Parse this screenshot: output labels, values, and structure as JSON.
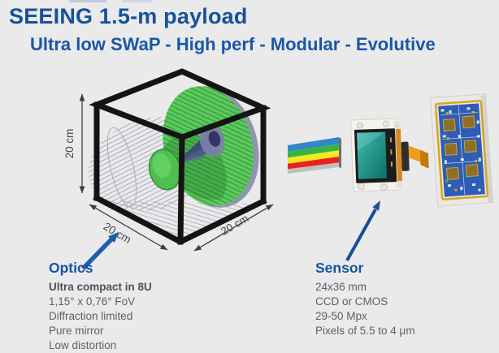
{
  "slide": {
    "title": "SEEING 1.5-m payload",
    "subtitle": "Ultra low SWaP - High perf - Modular - Evolutive"
  },
  "cube": {
    "dims": {
      "left": "20 cm",
      "bottom_left": "20 cm",
      "bottom_right": "20 cm"
    }
  },
  "optics": {
    "heading": "Optics",
    "lines": [
      "Ultra compact in 8U",
      "1,15° x 0,76° FoV",
      "Diffraction limited",
      "Pure mirror",
      "Low distortion"
    ]
  },
  "sensor": {
    "heading": "Sensor",
    "lines": [
      "24x36 mm",
      "CCD or CMOS",
      "29-50 Mpx",
      "Pixels of 5.5 to 4 μm"
    ]
  },
  "figures": {
    "cube_diagram": "optics-cube-wireframe",
    "filter": "color-filter-stack",
    "sensor_chip": "ccd-sensor-photo",
    "pcb": "readout-electronics-pcb",
    "optics_arrow": "optics-pointer-arrow",
    "sensor_arrow": "sensor-pointer-arrow"
  },
  "colors": {
    "background": "#eaeaeb",
    "title_blue": "#17519c",
    "subtitle_blue": "#1a57a6",
    "heading_blue": "#1754a2",
    "body_gray": "#5d6168",
    "arrow_blue": "#1d57a4",
    "mirror_green": "#5ec95e",
    "cube_black": "#141414"
  }
}
